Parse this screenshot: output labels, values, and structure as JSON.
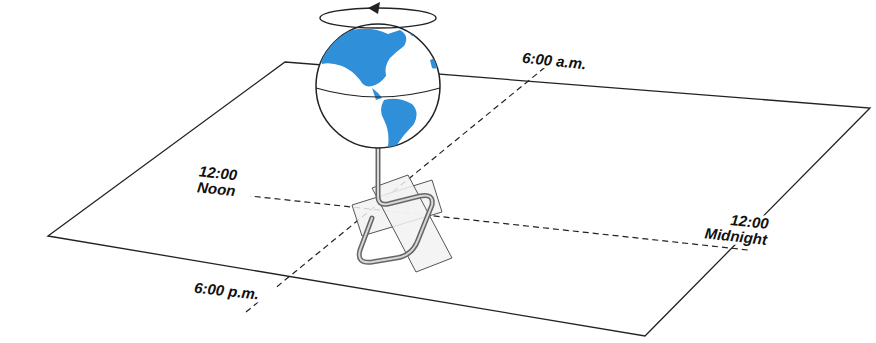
{
  "diagram": {
    "labels": [
      "6:00 a.m.",
      "12:00 Noon",
      "12:00 Midnight",
      "6:00 p.m."
    ]
  }
}
